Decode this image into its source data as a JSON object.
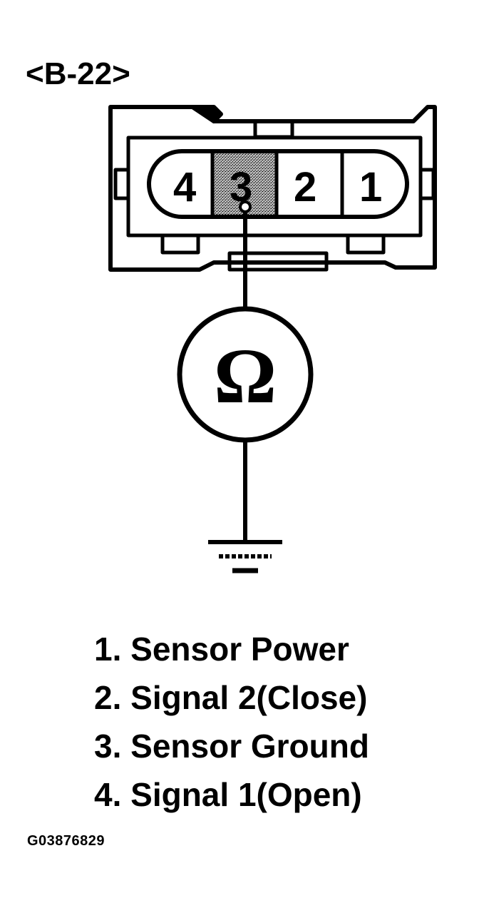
{
  "connector": {
    "label": "<B-22>",
    "pins": [
      "4",
      "3",
      "2",
      "1"
    ],
    "highlighted_pin": "3"
  },
  "meter": {
    "symbol": "Ω",
    "symbol_name": "ohm-symbol"
  },
  "legend": [
    {
      "text": "1. Sensor Power"
    },
    {
      "text": "2. Signal 2(Close)"
    },
    {
      "text": "3. Sensor Ground"
    },
    {
      "text": "4. Signal 1(Open)"
    }
  ],
  "figure_id": "G03876829",
  "colors": {
    "ink": "#000000",
    "paper": "#ffffff",
    "highlight": "#9a9a9a"
  }
}
